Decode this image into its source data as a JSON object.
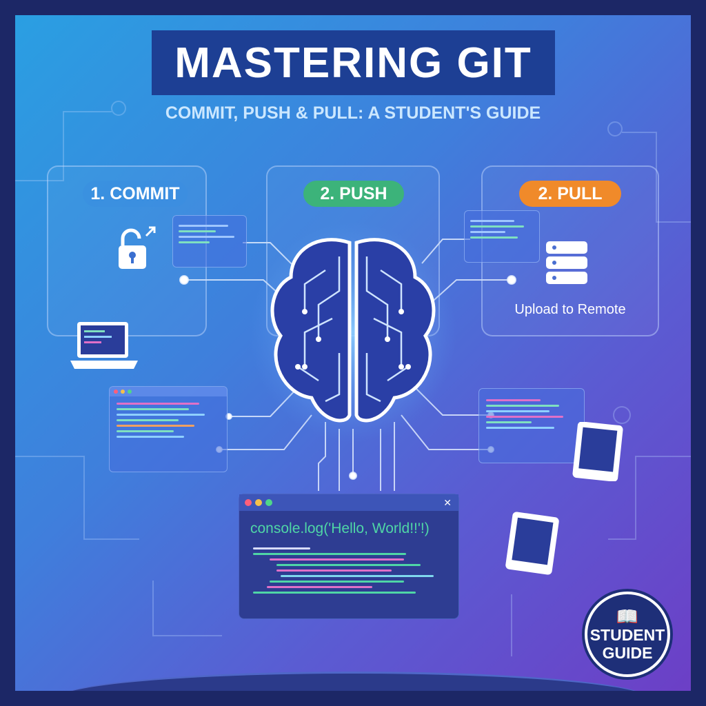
{
  "header": {
    "title": "MASTERING GIT",
    "subtitle": "COMMIT, PUSH & PULL: A STUDENT'S GUIDE"
  },
  "steps": [
    {
      "label": "1. COMMIT",
      "color": "#3b8ee0"
    },
    {
      "label": "2. PUSH",
      "color": "#3cb37a"
    },
    {
      "label": "2. PULL",
      "color": "#f08a2a",
      "caption": "Upload to Remote"
    }
  ],
  "console": {
    "code": "console.log('Hello, World!!'!)"
  },
  "badge": {
    "line1": "STUDENT",
    "line2": "GUIDE"
  },
  "icons": [
    "unlock-icon",
    "server-icon",
    "brain-icon",
    "laptop-icon",
    "tablet-icon",
    "book-icon"
  ]
}
